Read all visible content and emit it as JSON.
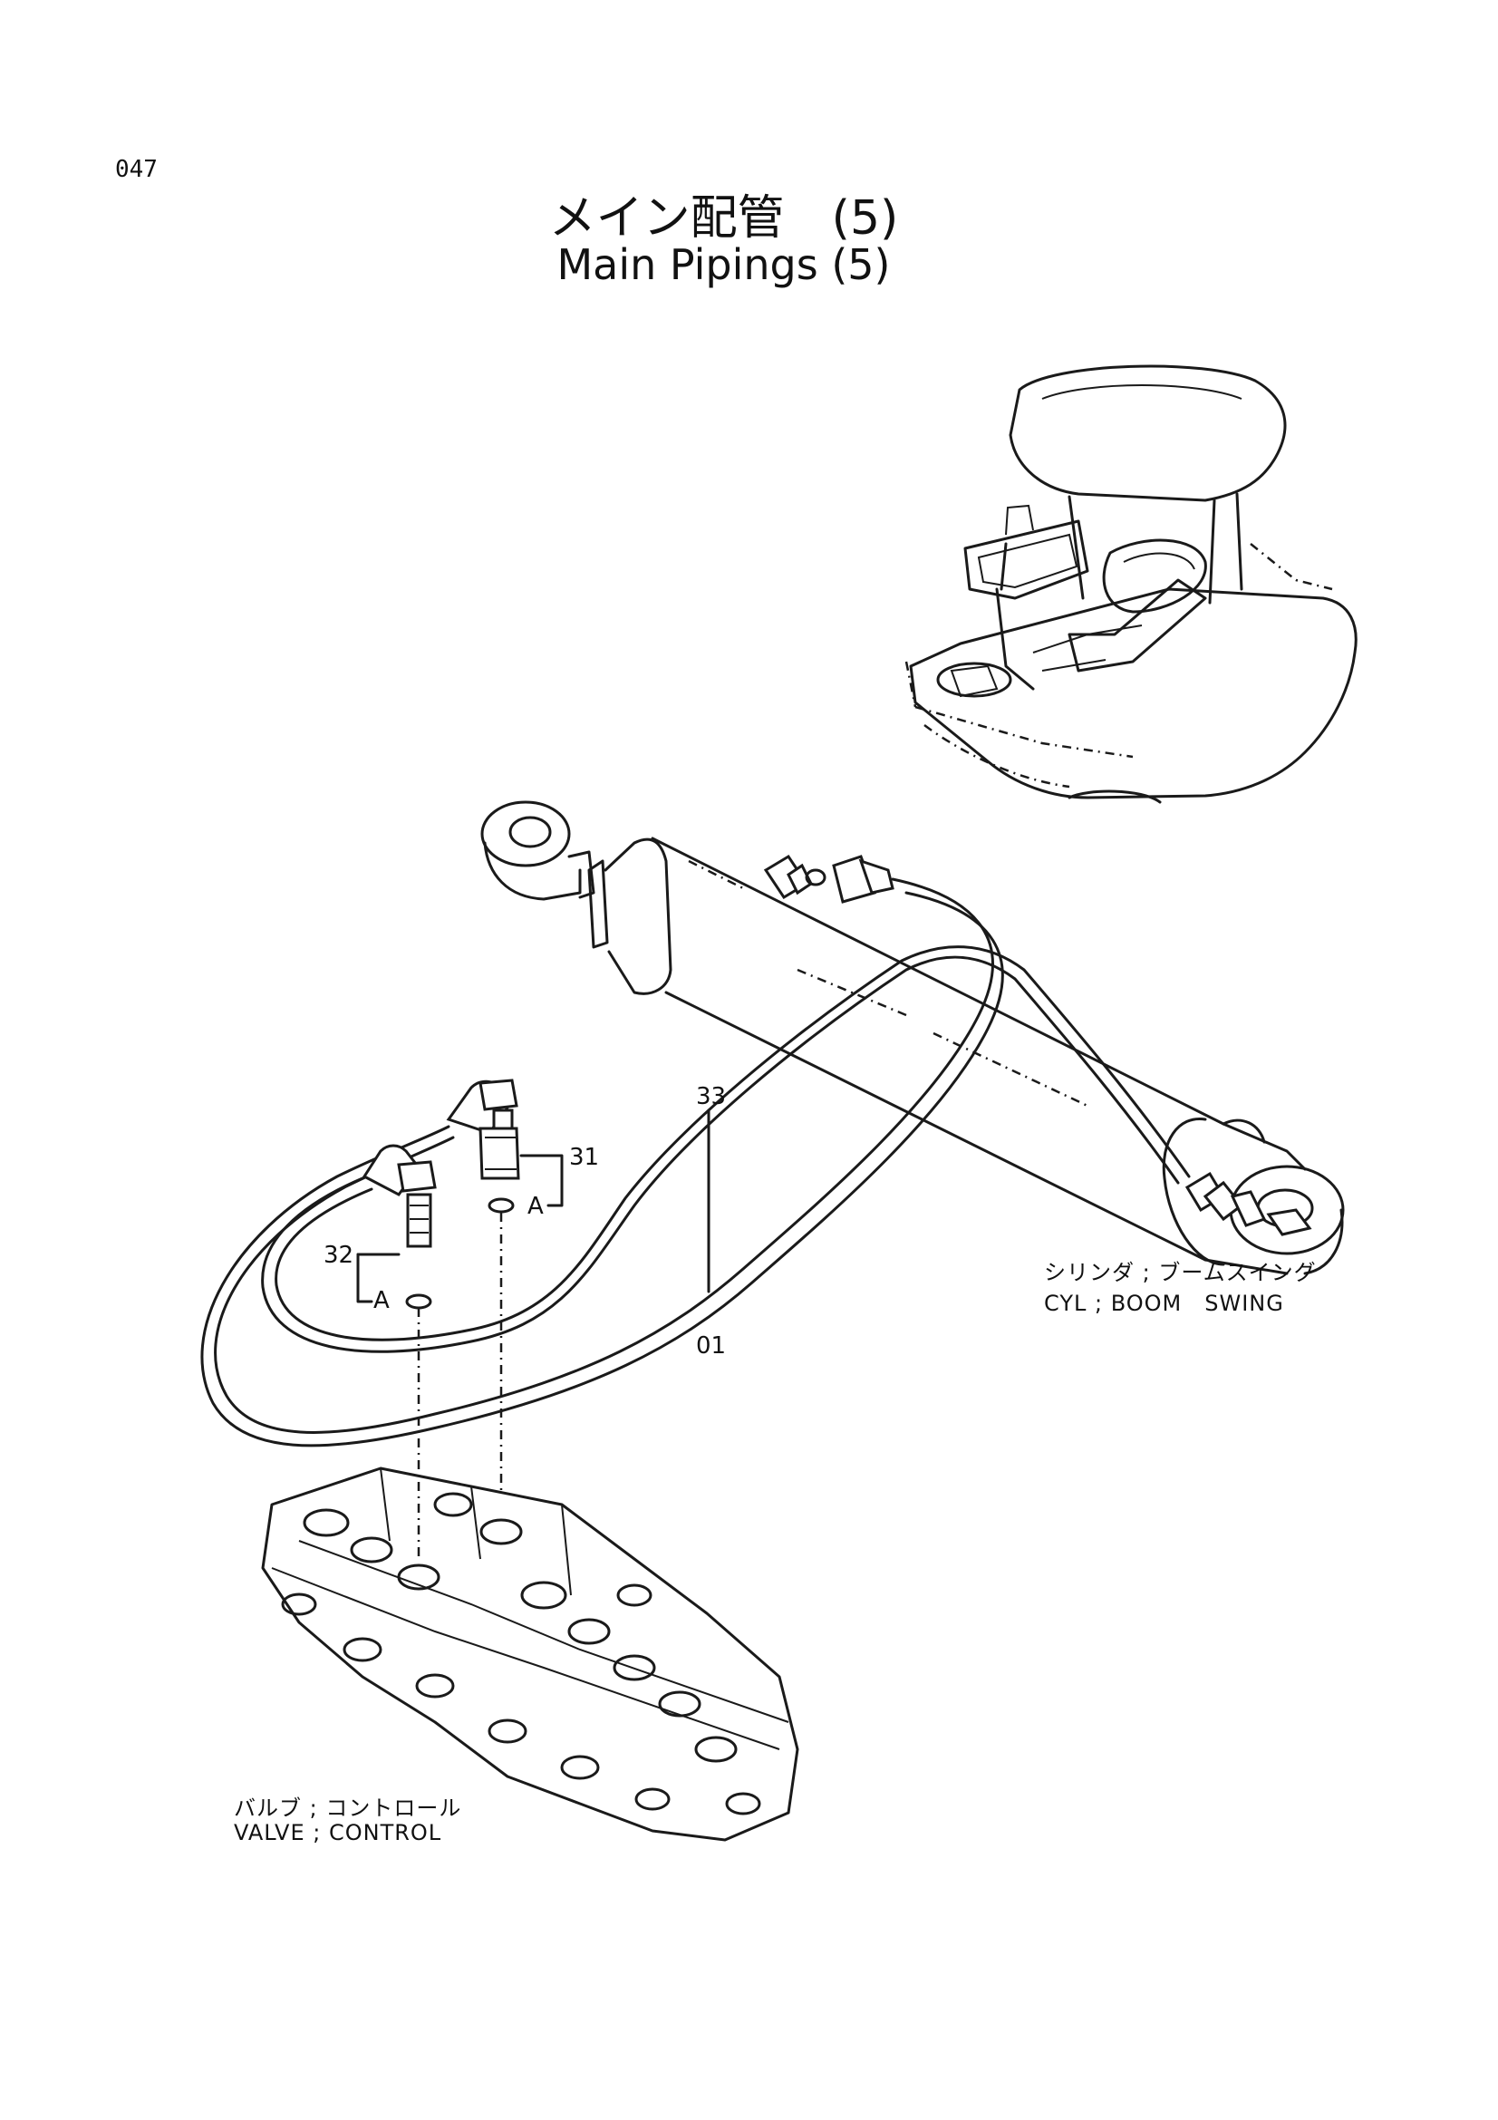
{
  "page": {
    "number": "047",
    "title_ja": "メイン配管　(5)",
    "title_en": "Main Pipings (5)"
  },
  "callouts": {
    "c33": "33",
    "c31": "31",
    "c32": "32",
    "c01": "01",
    "a_upper": "A",
    "a_lower": "A"
  },
  "components": {
    "cylinder_ja": "シリンダ ; ブームスイング",
    "cylinder_en": "CYL ; BOOM　SWING",
    "valve_ja": "バルブ ; コントロール",
    "valve_en": "VALVE ; CONTROL"
  }
}
